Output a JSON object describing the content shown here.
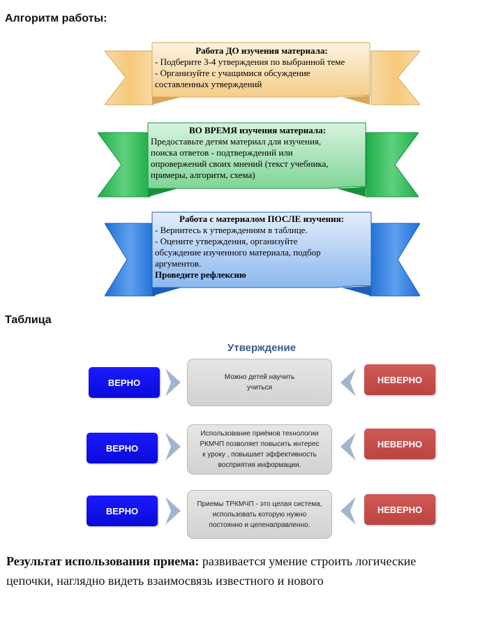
{
  "algorithm_heading": "Алгоритм работы:",
  "ribbons": [
    {
      "title": "Работа ДО изучения материала:",
      "lines": [
        "- Подберите 3-4 утверждения по выбранной теме",
        "- Организуйте с учащимися обсуждение",
        "составленных утверждений"
      ],
      "color": "#f6c97a"
    },
    {
      "title": "ВО ВРЕМЯ изучения материала:",
      "lines": [
        "Предоставьте детям материал для изучения,",
        "поиска ответов - подтверждений или",
        "опровержений своих мнений (текст учебника,",
        "примеры, алгоритм, схема)"
      ],
      "color": "#4cc36a"
    },
    {
      "title": "Работа с материалом ПОСЛЕ изучения:",
      "lines": [
        "- Вернитесь к утверждениям в таблице.",
        "- Оцените утверждения, организуйте",
        "обсуждение изученного материала, подбор",
        "аргументов."
      ],
      "bold_line": "Проведите рефлексию",
      "color": "#3d86e8"
    }
  ],
  "table_heading": "Таблица",
  "table": {
    "title": "Утверждение",
    "true_label": "ВЕРНО",
    "false_label": "НЕВЕРНО",
    "rows": [
      {
        "lines": [
          "Можно детей научить",
          "учиться"
        ]
      },
      {
        "lines": [
          "Использование приёмов технологии",
          "РКМЧП позволяет повысить интерес",
          "к уроку , повышает эффективность",
          "восприятия информации."
        ]
      },
      {
        "lines": [
          "Приемы ТРКМЧП - это целая система,",
          "использовать которую нужно",
          "постоянно и целенаправленно."
        ]
      }
    ]
  },
  "result": {
    "label": "Результат использования приема:",
    "text_line1": " развивается умение строить логические",
    "text_line2": "цепочки, наглядно видеть взаимосвязь известного и нового"
  }
}
